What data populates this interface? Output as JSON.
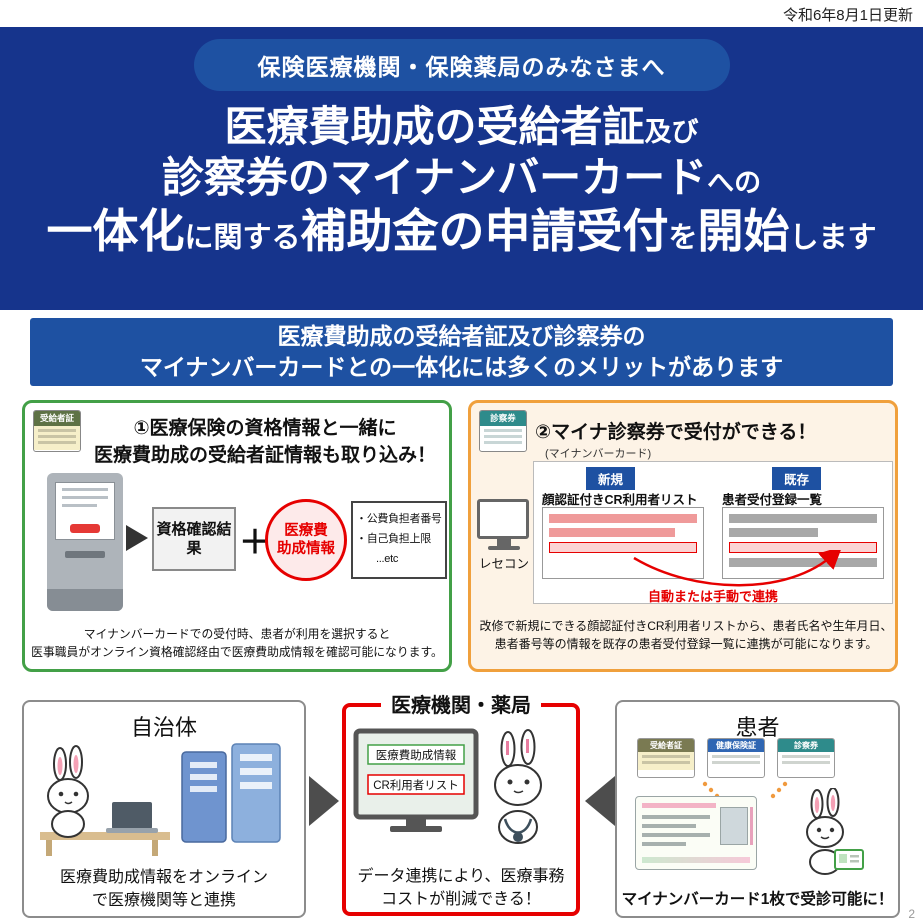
{
  "meta": {
    "updated": "令和6年8月1日更新",
    "page_number": "2"
  },
  "colors": {
    "header_bg": "#16348C",
    "pill_bg": "#1E51A2",
    "banner_bg": "#1E51A2",
    "merit1_border": "#43A047",
    "merit2_border": "#F0A03C",
    "merit2_bg": "#FDF3E6",
    "accent_red": "#E60000",
    "tag_blue": "#1E51A2"
  },
  "header": {
    "audience_pill": "保険医療機関・保険薬局のみなさまへ",
    "title": {
      "l1_main": "医療費助成の受給者証",
      "l1_small": "及び",
      "l2_main": "診察券のマイナンバーカード",
      "l2_small": "への",
      "l3_a": "一体化",
      "l3_b": "に関する",
      "l3_c": "補助金の申請受付",
      "l3_d": "を",
      "l3_e": "開始",
      "l3_f": "します"
    }
  },
  "merit_banner": {
    "line1": "医療費助成の受給者証及び診察券の",
    "line2": "マイナンバーカードとの一体化には多くのメリットがあります"
  },
  "merit1": {
    "card_icon_label": "受給者証",
    "heading_line1": "①医療保険の資格情報と一緒に",
    "heading_line2": "医療費助成の受給者証情報も取り込み！",
    "result_box": "資格確認結果",
    "plus": "＋",
    "subsidy_circle_line1": "医療費",
    "subsidy_circle_line2": "助成情報",
    "detail_items": [
      "・公費負担者番号",
      "・自己負担上限",
      "...etc"
    ],
    "note_line1": "マイナンバーカードでの受付時、患者が利用を選択すると",
    "note_line2": "医事職員がオンライン資格確認経由で医療費助成情報を確認可能になります。"
  },
  "merit2": {
    "card_icon_label": "診察券",
    "heading": "②マイナ診察券で受付ができる！",
    "subheading": "(マイナンバーカード)",
    "new_tag": "新規",
    "new_list_title": "顔認証付きCR利用者リスト",
    "existing_tag": "既存",
    "existing_list_title": "患者受付登録一覧",
    "receipt_computer_label": "レセコン",
    "link_caption": "自動または手動で連携",
    "note_line1": "改修で新規にできる顔認証付きCR利用者リストから、患者氏名や生年月日、",
    "note_line2": "患者番号等の情報を既存の患者受付登録一覧に連携が可能になります。"
  },
  "flow": {
    "municipality": {
      "title": "自治体",
      "caption_line1": "医療費助成情報をオンライン",
      "caption_line2": "で医療機関等と連携"
    },
    "medical": {
      "title": "医療機関・薬局",
      "monitor_label1": "医療費助成情報",
      "monitor_label2": "CR利用者リスト",
      "caption_line1": "データ連携により、医療事務",
      "caption_line2": "コストが削減できる！"
    },
    "patient": {
      "title": "患者",
      "cards": [
        "受給者証",
        "健康保険証",
        "診察券"
      ],
      "caption": "マイナンバーカード1枚で受診可能に！"
    }
  },
  "icons": {
    "merit1_card": "recipient-certificate-card-icon",
    "merit2_card": "consultation-ticket-card-icon",
    "kiosk": "card-reader-kiosk-icon",
    "receipt_pc": "receipt-computer-icon",
    "servers": "server-rack-icon",
    "mascot": "rabbit-mascot-icon",
    "monitor": "hospital-monitor-icon",
    "mynumber": "my-number-card-icon"
  }
}
